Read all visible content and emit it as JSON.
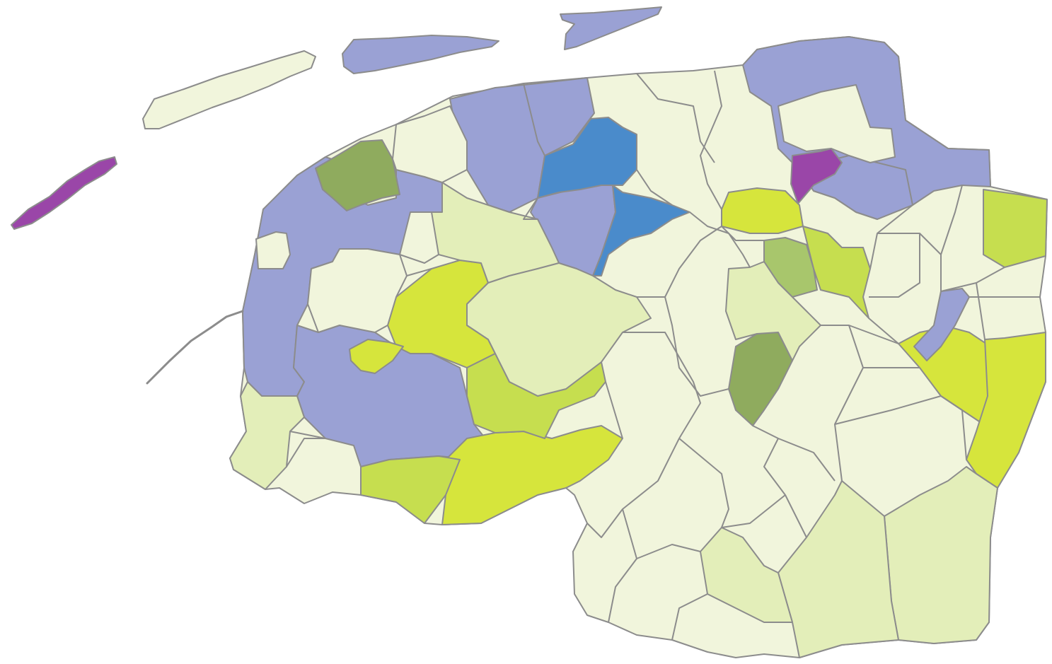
{
  "palette": {
    "pale": "#f1f5dc",
    "light": "#e3eeb9",
    "lime": "#d6e53c",
    "yellow_green": "#c6de4f",
    "olive": "#8fab5e",
    "sage": "#a8c66c",
    "lavender": "#9aa1d4",
    "blue": "#4a8bcb",
    "purple": "#9a46a8",
    "border": "#8c8c8c"
  },
  "regions": [
    {
      "id": "island-purple",
      "fill": "purple"
    },
    {
      "id": "island-pale",
      "fill": "pale"
    },
    {
      "id": "island-lavender-west",
      "fill": "lavender"
    },
    {
      "id": "island-lavender-east",
      "fill": "lavender"
    },
    {
      "id": "mainland",
      "fill": "pale"
    },
    {
      "id": "west-lavender-block",
      "fill": "lavender"
    },
    {
      "id": "southwest-lavender-block",
      "fill": "lavender"
    },
    {
      "id": "northwest-olive",
      "fill": "olive"
    },
    {
      "id": "north-lavender-center",
      "fill": "lavender"
    },
    {
      "id": "north-lavender-east",
      "fill": "lavender"
    },
    {
      "id": "northeast-lavender-coast",
      "fill": "lavender"
    },
    {
      "id": "northeast-lavender-south",
      "fill": "lavender"
    },
    {
      "id": "blue-north",
      "fill": "blue"
    },
    {
      "id": "blue-south",
      "fill": "blue"
    },
    {
      "id": "purple-inland",
      "fill": "purple"
    },
    {
      "id": "lime-west",
      "fill": "lime"
    },
    {
      "id": "lime-small",
      "fill": "lime"
    },
    {
      "id": "lime-south",
      "fill": "lime"
    },
    {
      "id": "lime-north",
      "fill": "lime"
    },
    {
      "id": "lime-east",
      "fill": "lime"
    },
    {
      "id": "lime-east-coast",
      "fill": "lime"
    },
    {
      "id": "yg-south-band",
      "fill": "yellow_green"
    },
    {
      "id": "yg-southwest",
      "fill": "yellow_green"
    },
    {
      "id": "yg-northeast",
      "fill": "yellow_green"
    },
    {
      "id": "yg-corridor",
      "fill": "yellow_green"
    },
    {
      "id": "sage-center",
      "fill": "sage"
    },
    {
      "id": "olive-center",
      "fill": "olive"
    },
    {
      "id": "lavender-east-strip",
      "fill": "lavender"
    },
    {
      "id": "light-west",
      "fill": "light"
    },
    {
      "id": "light-center",
      "fill": "light"
    },
    {
      "id": "light-belt",
      "fill": "light"
    },
    {
      "id": "light-center-east",
      "fill": "light"
    },
    {
      "id": "light-southeast",
      "fill": "light"
    },
    {
      "id": "light-south-east",
      "fill": "light"
    },
    {
      "id": "light-south",
      "fill": "light"
    },
    {
      "id": "pale-northwest",
      "fill": "pale"
    },
    {
      "id": "pale-west-inner",
      "fill": "pale"
    },
    {
      "id": "pale-north-center",
      "fill": "pale"
    },
    {
      "id": "pale-small-west",
      "fill": "pale"
    }
  ]
}
